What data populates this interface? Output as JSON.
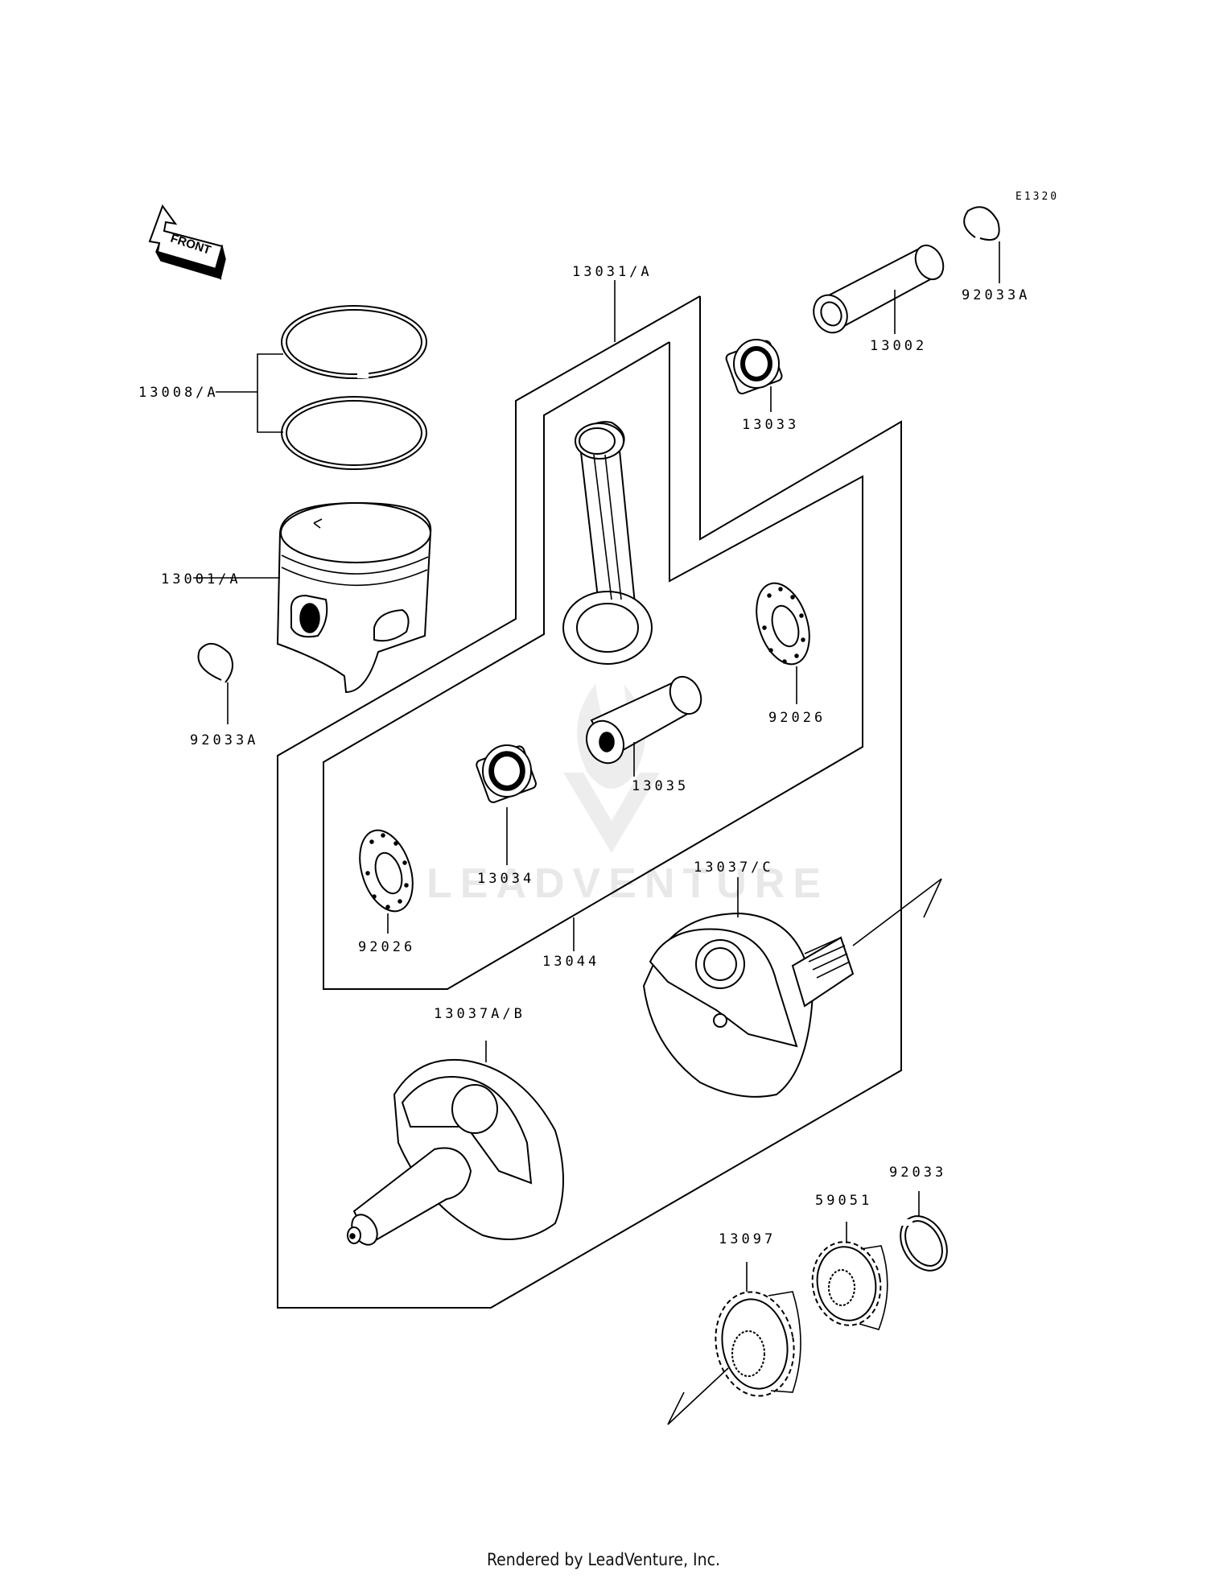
{
  "diagram_code": "E1320",
  "front_arrow_label": "FRONT",
  "watermark": "LEADVENTURE",
  "footer": "Rendered by LeadVenture, Inc.",
  "parts": {
    "p13031A": "13031/A",
    "p13002": "13002",
    "p92033A_top": "92033A",
    "p13033": "13033",
    "p13008A": "13008/A",
    "p13001A": "13001/A",
    "p92033A_left": "92033A",
    "p92026_right": "92026",
    "p13035": "13035",
    "p13034": "13034",
    "p92026_left": "92026",
    "p13044": "13044",
    "p13037C": "13037/C",
    "p13037AB": "13037A/B",
    "p92033": "92033",
    "p59051": "59051",
    "p13097": "13097"
  }
}
